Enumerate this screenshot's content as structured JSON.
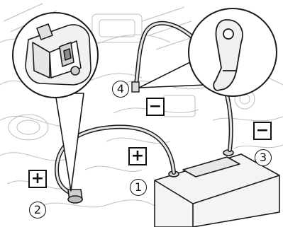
{
  "figure": {
    "connection_labels": [
      {
        "id": "1",
        "sign": "+",
        "number": "1"
      },
      {
        "id": "2",
        "sign": "+",
        "number": "2"
      },
      {
        "id": "3",
        "sign": "−",
        "number": "3"
      },
      {
        "id": "4",
        "sign": "−",
        "number": "4"
      }
    ],
    "colors": {
      "line": "#1a1a1a",
      "background_sketch": "#bdbdbd",
      "battery_fill": "#f4f4f4",
      "cable_fill": "#e5e5e5"
    },
    "icons": [
      "battery-icon",
      "positive-clamp-icon",
      "ground-eyelet-icon"
    ]
  }
}
